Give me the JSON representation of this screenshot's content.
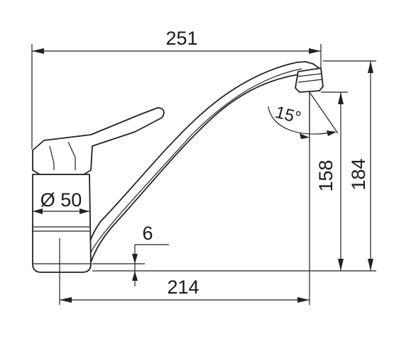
{
  "dimensions": {
    "overall_reach": "251",
    "spout_length": "214",
    "diameter": "Ø 50",
    "spout_height": "158",
    "overall_height": "184",
    "base_thickness": "6",
    "spout_angle": "15°"
  },
  "colors": {
    "line": "#222222",
    "background": "#ffffff"
  }
}
